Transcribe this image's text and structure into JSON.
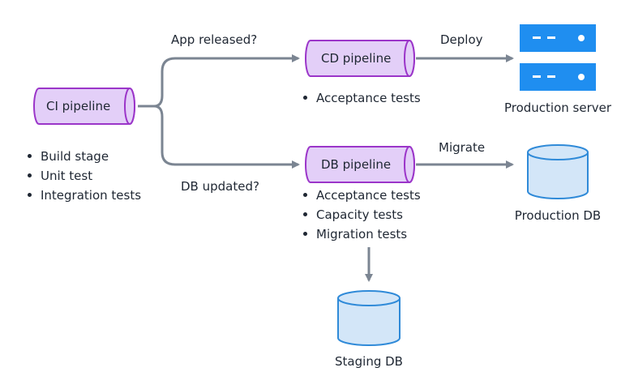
{
  "nodes": {
    "ci": {
      "label": "CI pipeline",
      "bullets": [
        "Build stage",
        "Unit test",
        "Integration tests"
      ]
    },
    "cd": {
      "label": "CD pipeline",
      "bullets": [
        "Acceptance tests"
      ]
    },
    "db": {
      "label": "DB pipeline",
      "bullets": [
        "Acceptance tests",
        "Capacity tests",
        "Migration tests"
      ]
    },
    "production_server": {
      "label": "Production server"
    },
    "production_db": {
      "label": "Production DB"
    },
    "staging_db": {
      "label": "Staging DB"
    }
  },
  "edges": {
    "app_released": "App released?",
    "db_updated": "DB updated?",
    "deploy": "Deploy",
    "migrate": "Migrate"
  },
  "colors": {
    "pipeline_fill": "#e3cff8",
    "pipeline_stroke": "#9b35c9",
    "db_fill": "#d3e6f8",
    "db_stroke": "#2f8ad8",
    "server_fill": "#1f8ef0",
    "arrow": "#7b8592",
    "text": "#1f2733"
  }
}
